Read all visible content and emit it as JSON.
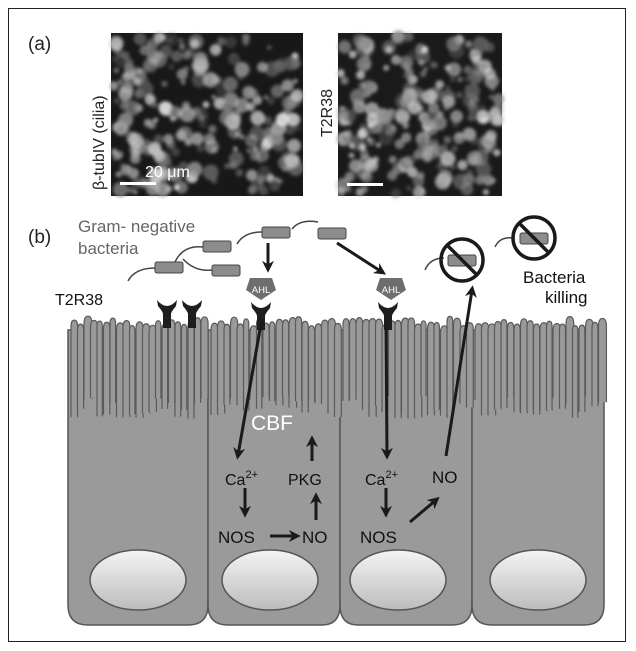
{
  "panel_a": {
    "label": "(a)",
    "left_image": {
      "stain_label": "β-tubIV (cilia)",
      "scale_bar_label": "20 μm",
      "description": "fluorescence micrograph, grayscale"
    },
    "right_image": {
      "stain_label": "T2R38",
      "description": "fluorescence micrograph, grayscale"
    }
  },
  "panel_b": {
    "label": "(b)",
    "bacteria_label_line1": "Gram- negative",
    "bacteria_label_line2": "bacteria",
    "receptor_label": "T2R38",
    "ligand_label": "AHL",
    "killing_label_line1": "Bacteria",
    "killing_label_line2": "killing",
    "cell2": {
      "ca": "Ca",
      "ca_sup": "2+",
      "nos": "NOS",
      "no": "NO",
      "pkg": "PKG",
      "cbf": "CBF"
    },
    "cell3": {
      "ca": "Ca",
      "ca_sup": "2+",
      "nos": "NOS",
      "no": "NO"
    }
  },
  "colors": {
    "cell_fill": "#9a9a9a",
    "cell_stroke": "#555555",
    "nucleus_fill": "#d8d8d8",
    "bacteria_fill": "#8c8c8c",
    "receptor_fill": "#1e1e1e",
    "ahl_fill": "#6e6e6e",
    "text_gray": "#666666",
    "arrow": "#1a1a1a"
  }
}
